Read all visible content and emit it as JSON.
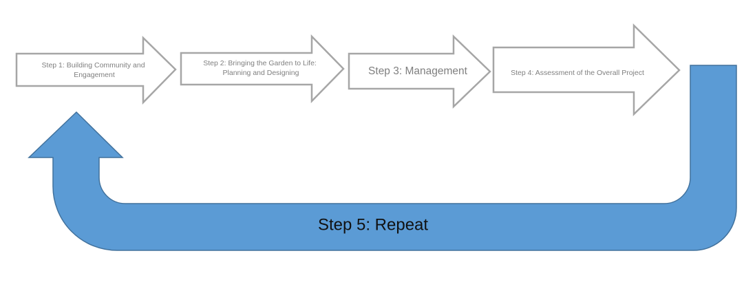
{
  "steps": [
    {
      "id": "step-1",
      "lines": [
        "Step 1: Building Community and",
        "Engagement"
      ]
    },
    {
      "id": "step-2",
      "lines": [
        "Step 2: Bringing the Garden to Life:",
        "Planning and Designing"
      ]
    },
    {
      "id": "step-3",
      "lines": [
        "Step 3: Management"
      ]
    },
    {
      "id": "step-4",
      "lines": [
        "Step 4: Assessment of the Overall Project"
      ]
    }
  ],
  "repeat": {
    "label": "Step 5: Repeat"
  },
  "colors": {
    "step_fill": "#ffffff",
    "step_stroke": "#a6a6a6",
    "step_text": "#7f7f7f",
    "repeat_fill": "#5b9bd5",
    "repeat_stroke": "#41719c",
    "repeat_text": "#111111"
  }
}
